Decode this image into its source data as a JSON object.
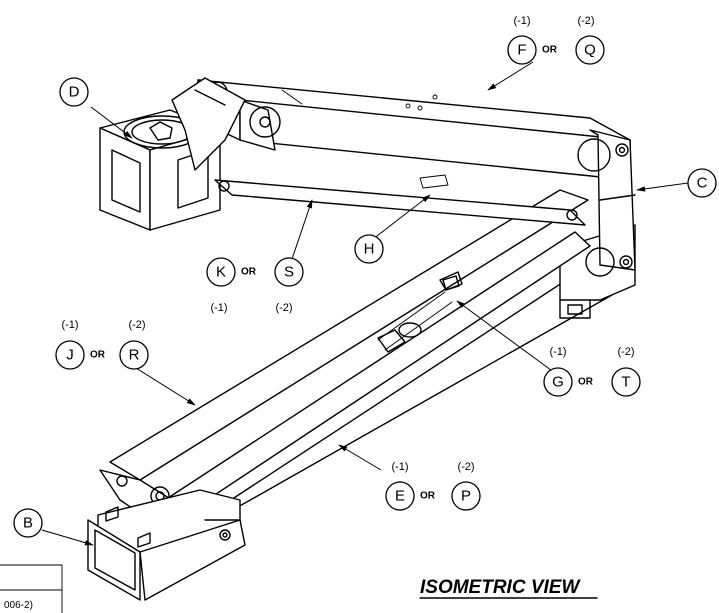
{
  "view_title": "ISOMETRIC VIEW",
  "or_word": "OR",
  "title_block_fragment": "006-2)",
  "callouts": {
    "B": "B",
    "C": "C",
    "D": "D",
    "H": "H",
    "E": "E",
    "P": "P",
    "F": "F",
    "Q": "Q",
    "G": "G",
    "T": "T",
    "J": "J",
    "R": "R",
    "K": "K",
    "S": "S"
  },
  "variants": {
    "v1": "(-1)",
    "v2": "(-2)"
  }
}
